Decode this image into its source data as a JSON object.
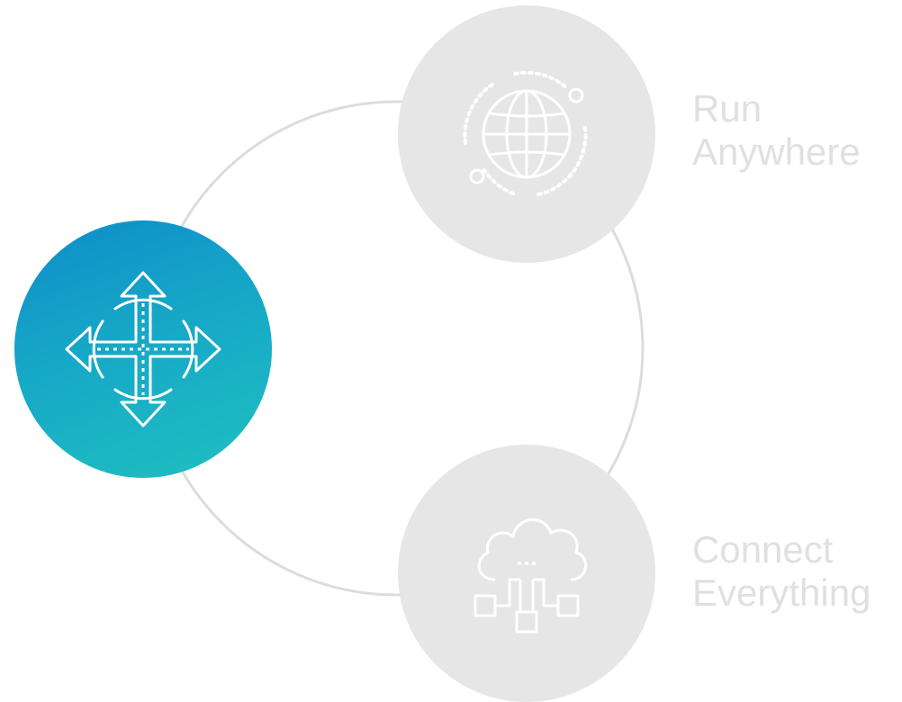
{
  "items": [
    {
      "id": "scale",
      "icon": "expand-arrows-icon",
      "state": "active",
      "label_lines": []
    },
    {
      "id": "run-anywhere",
      "icon": "globe-icon",
      "state": "inactive",
      "label_lines": [
        "Run",
        "Anywhere"
      ]
    },
    {
      "id": "connect-everything",
      "icon": "cloud-network-icon",
      "state": "inactive",
      "label_lines": [
        "Connect",
        "Everything"
      ]
    }
  ],
  "colors": {
    "active_gradient_start": "#0e8cc9",
    "active_gradient_end": "#1fc0c0",
    "inactive_fill": "#e6e6e6",
    "ring_stroke": "#dcdcdc",
    "label_text": "#e0e0e0",
    "icon_stroke": "#ffffff"
  }
}
